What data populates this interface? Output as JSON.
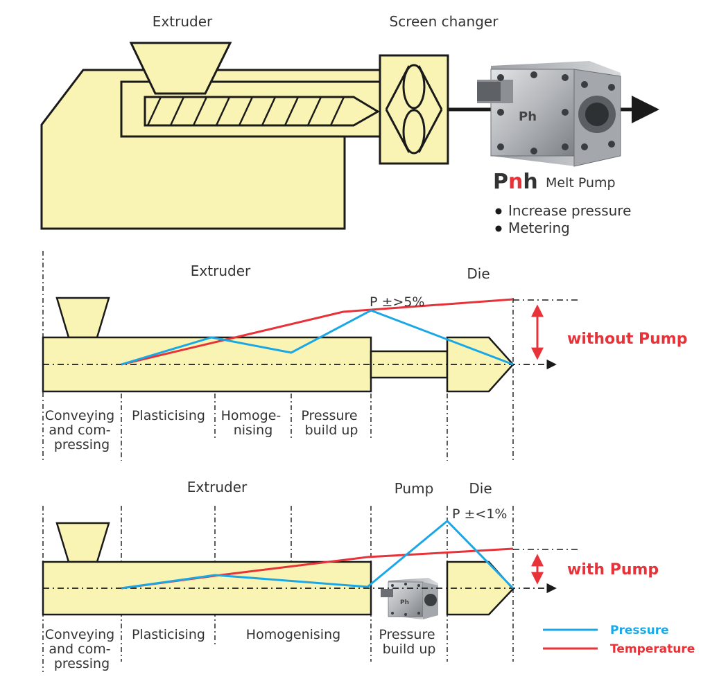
{
  "top": {
    "extruder_label": "Extruder",
    "screen_changer_label": "Screen changer",
    "brand": {
      "p": "P",
      "n": "n",
      "h": "h"
    },
    "product_label": "Melt Pump",
    "bullets": [
      "Increase pressure",
      "Metering"
    ],
    "pump_badge": "Ph"
  },
  "diagram1": {
    "extruder_label": "Extruder",
    "die_label": "Die",
    "pressure_note": "P ±>5%",
    "result_label": "without Pump",
    "zones": [
      [
        "Conveying",
        "and com-",
        "pressing"
      ],
      [
        "Plasticising"
      ],
      [
        "Homoge-",
        "nising"
      ],
      [
        "Pressure",
        "build up"
      ]
    ]
  },
  "diagram2": {
    "extruder_label": "Extruder",
    "pump_label": "Pump",
    "die_label": "Die",
    "pressure_note": "P ±<1%",
    "result_label": "with Pump",
    "pump_badge": "Ph",
    "zones": [
      [
        "Conveying",
        "and com-",
        "pressing"
      ],
      [
        "Plasticising"
      ],
      [
        "Homogenising"
      ],
      [
        "Pressure",
        "build up"
      ]
    ]
  },
  "legend": {
    "pressure": "Pressure",
    "temperature": "Temperature"
  },
  "colors": {
    "machine_fill": "#faf4b4",
    "outline": "#1a1a1a",
    "pressure": "#1aa7e6",
    "temperature": "#e63238",
    "metal": "#b9bcc0"
  }
}
